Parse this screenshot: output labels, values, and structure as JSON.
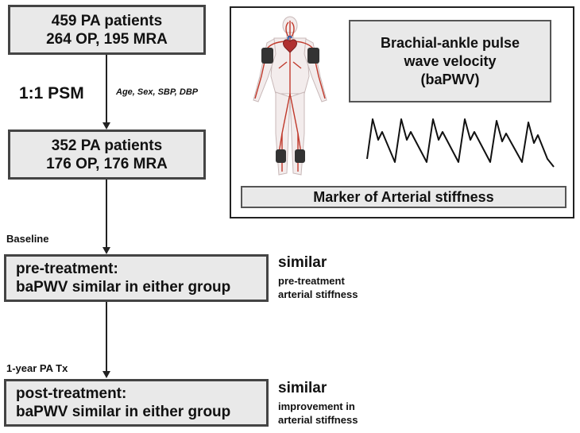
{
  "flow": {
    "box1": {
      "line1": "459 PA patients",
      "line2": "264 OP, 195 MRA"
    },
    "psm_label": "1:1 PSM",
    "psm_covariates": "Age, Sex, SBP, DBP",
    "box2": {
      "line1": "352 PA patients",
      "line2": "176 OP, 176 MRA"
    },
    "baseline_label": "Baseline",
    "box3": {
      "line1": "pre-treatment:",
      "line2": "baPWV similar in either group"
    },
    "note3": {
      "title": "similar",
      "line1": "pre-treatment",
      "line2": "arterial stiffness"
    },
    "tx_label": "1-year PA Tx",
    "box4": {
      "line1": "post-treatment:",
      "line2": "baPWV similar in either group"
    },
    "note4": {
      "title": "similar",
      "line1": "improvement in",
      "line2": "arterial stiffness"
    }
  },
  "panel": {
    "title_line1": "Brachial-ankle pulse",
    "title_line2": "wave velocity",
    "title_line3": "(baPWV)",
    "marker": "Marker of Arterial stiffness",
    "figure_icon": "human-body-arteries-icon",
    "waveform_icon": "pulse-waveform-icon"
  },
  "colors": {
    "box_fill": "#e9e9e9",
    "box_border": "#444444",
    "artery": "#c0392b",
    "cuff": "#333333"
  }
}
